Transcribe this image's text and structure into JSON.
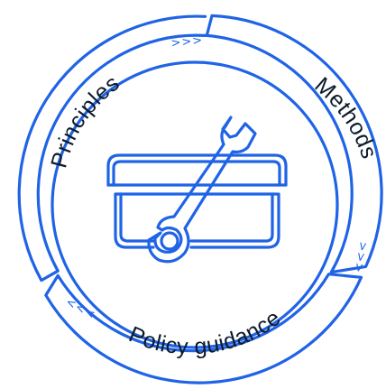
{
  "diagram": {
    "segments": [
      {
        "label": "Principles",
        "arrow": ">>>"
      },
      {
        "label": "Methods",
        "arrow": ">>>"
      },
      {
        "label": "Policy guidance",
        "arrow": "<<<"
      }
    ],
    "center_icon": "toolbox-with-wrench-icon",
    "colors": {
      "stroke": "#1f63e6",
      "text": "#0d1b2a",
      "background": "#ffffff"
    }
  }
}
